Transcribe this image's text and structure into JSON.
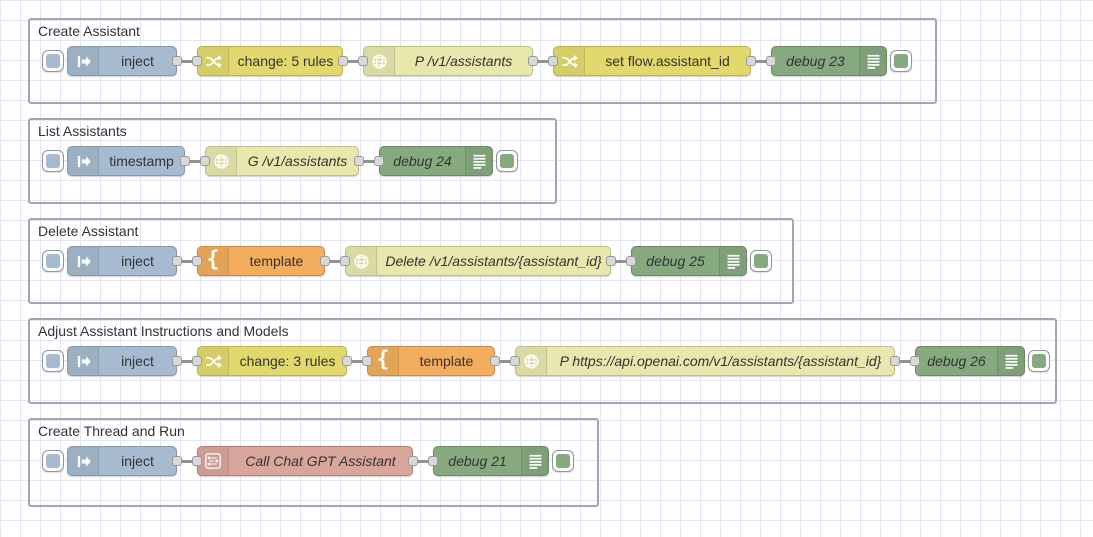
{
  "palette_colors": {
    "inject_node": "#a6bbcf",
    "change_node": "#e2d96e",
    "http_request_node": "#e7e7ae",
    "template_node": "#f2ae5e",
    "debug_node": "#87a980",
    "subflow_node": "#d9a69b",
    "wire": "#919191",
    "port_fill": "#d9d9d9",
    "port_border": "#999999",
    "group_border": "#a5a5b0",
    "grid_line": "#e6e6f2",
    "canvas_background": "#ffffff",
    "label_text": "#333333"
  },
  "groups": [
    {
      "title": "Create Assistant",
      "nodes": [
        {
          "type": "inject",
          "label": "inject",
          "icon": "inject-arrow-icon"
        },
        {
          "type": "change",
          "label": "change: 5 rules",
          "icon": "shuffle-icon"
        },
        {
          "type": "http-request",
          "label": "P /v1/assistants",
          "icon": "globe-icon"
        },
        {
          "type": "change",
          "label": "set flow.assistant_id",
          "icon": "shuffle-icon"
        },
        {
          "type": "debug",
          "label": "debug 23",
          "icon": "debug-lines-icon"
        }
      ]
    },
    {
      "title": "List Assistants",
      "nodes": [
        {
          "type": "inject",
          "label": "timestamp",
          "icon": "inject-arrow-icon"
        },
        {
          "type": "http-request",
          "label": "G /v1/assistants",
          "icon": "globe-icon"
        },
        {
          "type": "debug",
          "label": "debug 24",
          "icon": "debug-lines-icon"
        }
      ]
    },
    {
      "title": "Delete Assistant",
      "nodes": [
        {
          "type": "inject",
          "label": "inject",
          "icon": "inject-arrow-icon"
        },
        {
          "type": "template",
          "label": "template",
          "icon": "curly-brace-icon"
        },
        {
          "type": "http-request",
          "label": "Delete /v1/assistants/{assistant_id}",
          "icon": "globe-icon"
        },
        {
          "type": "debug",
          "label": "debug 25",
          "icon": "debug-lines-icon"
        }
      ]
    },
    {
      "title": "Adjust Assistant Instructions and Models",
      "nodes": [
        {
          "type": "inject",
          "label": "inject",
          "icon": "inject-arrow-icon"
        },
        {
          "type": "change",
          "label": "change: 3 rules",
          "icon": "shuffle-icon"
        },
        {
          "type": "template",
          "label": "template",
          "icon": "curly-brace-icon"
        },
        {
          "type": "http-request",
          "label": "P https://api.openai.com/v1/assistants/{assistant_id}",
          "icon": "globe-icon"
        },
        {
          "type": "debug",
          "label": "debug 26",
          "icon": "debug-lines-icon"
        }
      ]
    },
    {
      "title": "Create Thread and Run",
      "nodes": [
        {
          "type": "inject",
          "label": "inject",
          "icon": "inject-arrow-icon"
        },
        {
          "type": "subflow",
          "label": "Call Chat GPT Assistant",
          "icon": "subflow-icon"
        },
        {
          "type": "debug",
          "label": "debug 21",
          "icon": "debug-lines-icon"
        }
      ]
    }
  ]
}
